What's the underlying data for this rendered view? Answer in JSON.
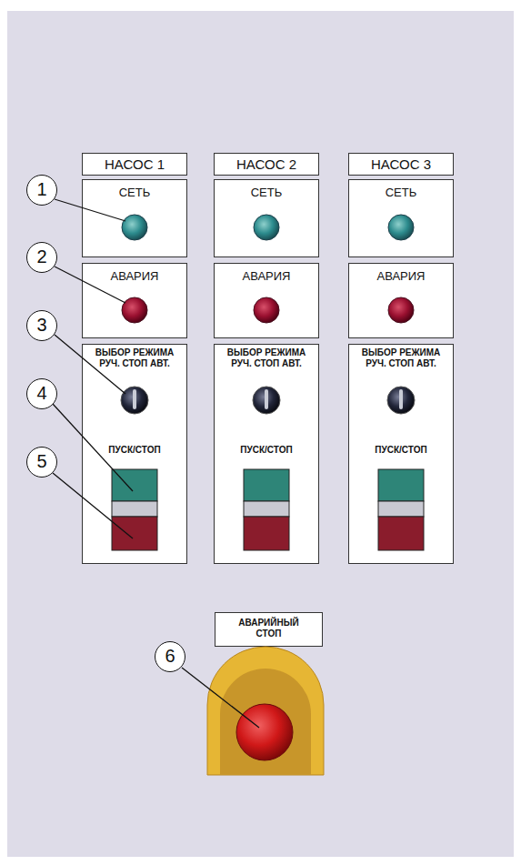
{
  "diagram": {
    "nodes": [
      {
        "text": [
          "НАСОС 1"
        ]
      },
      {
        "text": [
          "НАСОС 2"
        ]
      },
      {
        "text": [
          "НАСОС 3"
        ]
      },
      {
        "text": [
          "СЕТЬ"
        ]
      },
      {
        "text": [
          "СЕТЬ"
        ]
      },
      {
        "text": [
          "СЕТЬ"
        ]
      },
      {
        "text": [
          "АВАРИЯ"
        ]
      },
      {
        "text": [
          "АВАРИЯ"
        ]
      },
      {
        "text": [
          "АВАРИЯ"
        ]
      },
      {
        "text": [
          "ВЫБОР РЕЖИМА РУЧ. СТОП АВТ.",
          "ПУСК/СТОП"
        ]
      },
      {
        "text": [
          "ВЫБОР РЕЖИМА РУЧ. СТОП АВТ.",
          "ПУСК/СТОП"
        ]
      },
      {
        "text": [
          "ВЫБОР РЕЖИМА РУЧ. СТОП АВТ.",
          "ПУСК/СТОП"
        ]
      },
      {
        "text": [
          "АВАРИЙНЫЙ СТОП"
        ]
      }
    ],
    "edges": [],
    "labels": [
      "1",
      "2",
      "3",
      "4",
      "5",
      "6"
    ]
  }
}
